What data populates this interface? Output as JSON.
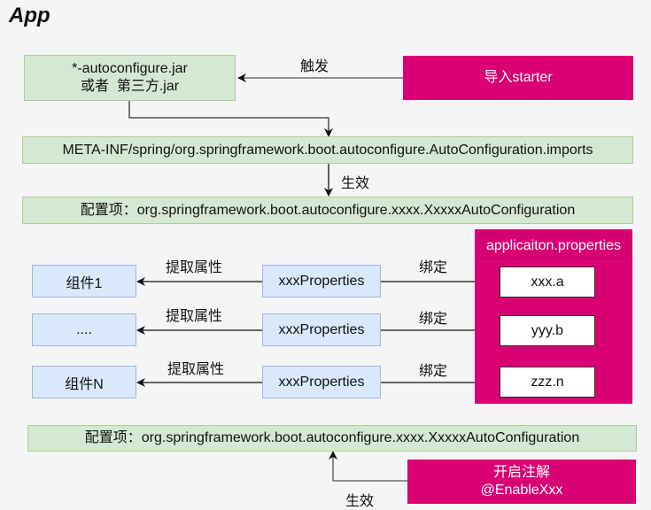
{
  "title": "App",
  "nodes": {
    "autoconfigure_jar": {
      "line1": "*-autoconfigure.jar",
      "line2": "或者  第三方.jar"
    },
    "import_starter": "导入starter",
    "imports_file": "META-INF/spring/org.springframework.boot.autoconfigure.AutoConfiguration.imports",
    "config_item_top": "配置项：org.springframework.boot.autoconfigure.xxxx.XxxxxAutoConfiguration",
    "app_properties": {
      "title": "applicaiton.properties",
      "entries": [
        "xxx.a",
        "yyy.b",
        "zzz.n"
      ]
    },
    "components": [
      "组件1",
      "....",
      "组件N"
    ],
    "properties_classes": [
      "xxxProperties",
      "xxxProperties",
      "xxxProperties"
    ],
    "config_item_bottom": "配置项：org.springframework.boot.autoconfigure.xxxx.XxxxxAutoConfiguration",
    "enable_annotation": {
      "line1": "开启注解",
      "line2": "@EnableXxx"
    }
  },
  "edge_labels": {
    "trigger": "触发",
    "effective_top": "生效",
    "extract": [
      "提取属性",
      "提取属性",
      "提取属性"
    ],
    "bind": [
      "绑定",
      "绑定",
      "绑定"
    ],
    "effective_bottom": "生效"
  },
  "colors": {
    "green_fill": "#d5e8d4",
    "blue_fill": "#dae8fc",
    "magenta": "#d80073"
  }
}
